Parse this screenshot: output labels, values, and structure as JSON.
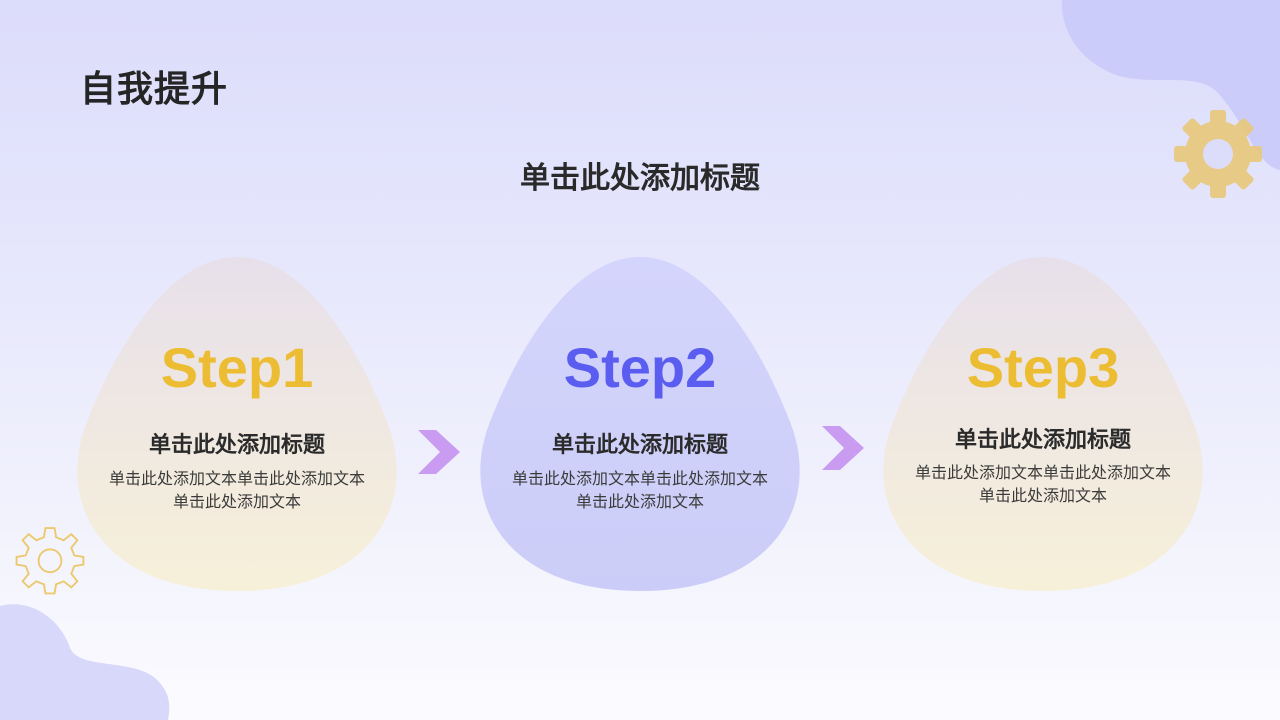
{
  "page": {
    "title": "自我提升"
  },
  "section": {
    "title": "单击此处添加标题"
  },
  "colors": {
    "yellow": "#ecbd33",
    "blue": "#5a5df0",
    "arrow": "#c99cf2",
    "gear": "#e8c87a"
  },
  "steps": [
    {
      "label": "Step1",
      "title": "单击此处添加标题",
      "body_line1": "单击此处添加文本单击此处添加文本",
      "body_line2": "单击此处添加文本"
    },
    {
      "label": "Step2",
      "title": "单击此处添加标题",
      "body_line1": "单击此处添加文本单击此处添加文本",
      "body_line2": "单击此处添加文本"
    },
    {
      "label": "Step3",
      "title": "单击此处添加标题",
      "body_line1": "单击此处添加文本单击此处添加文本",
      "body_line2": "单击此处添加文本"
    }
  ],
  "decorations": {
    "top_right": "gear-icon",
    "bottom_left": "gear-outline-icon"
  }
}
